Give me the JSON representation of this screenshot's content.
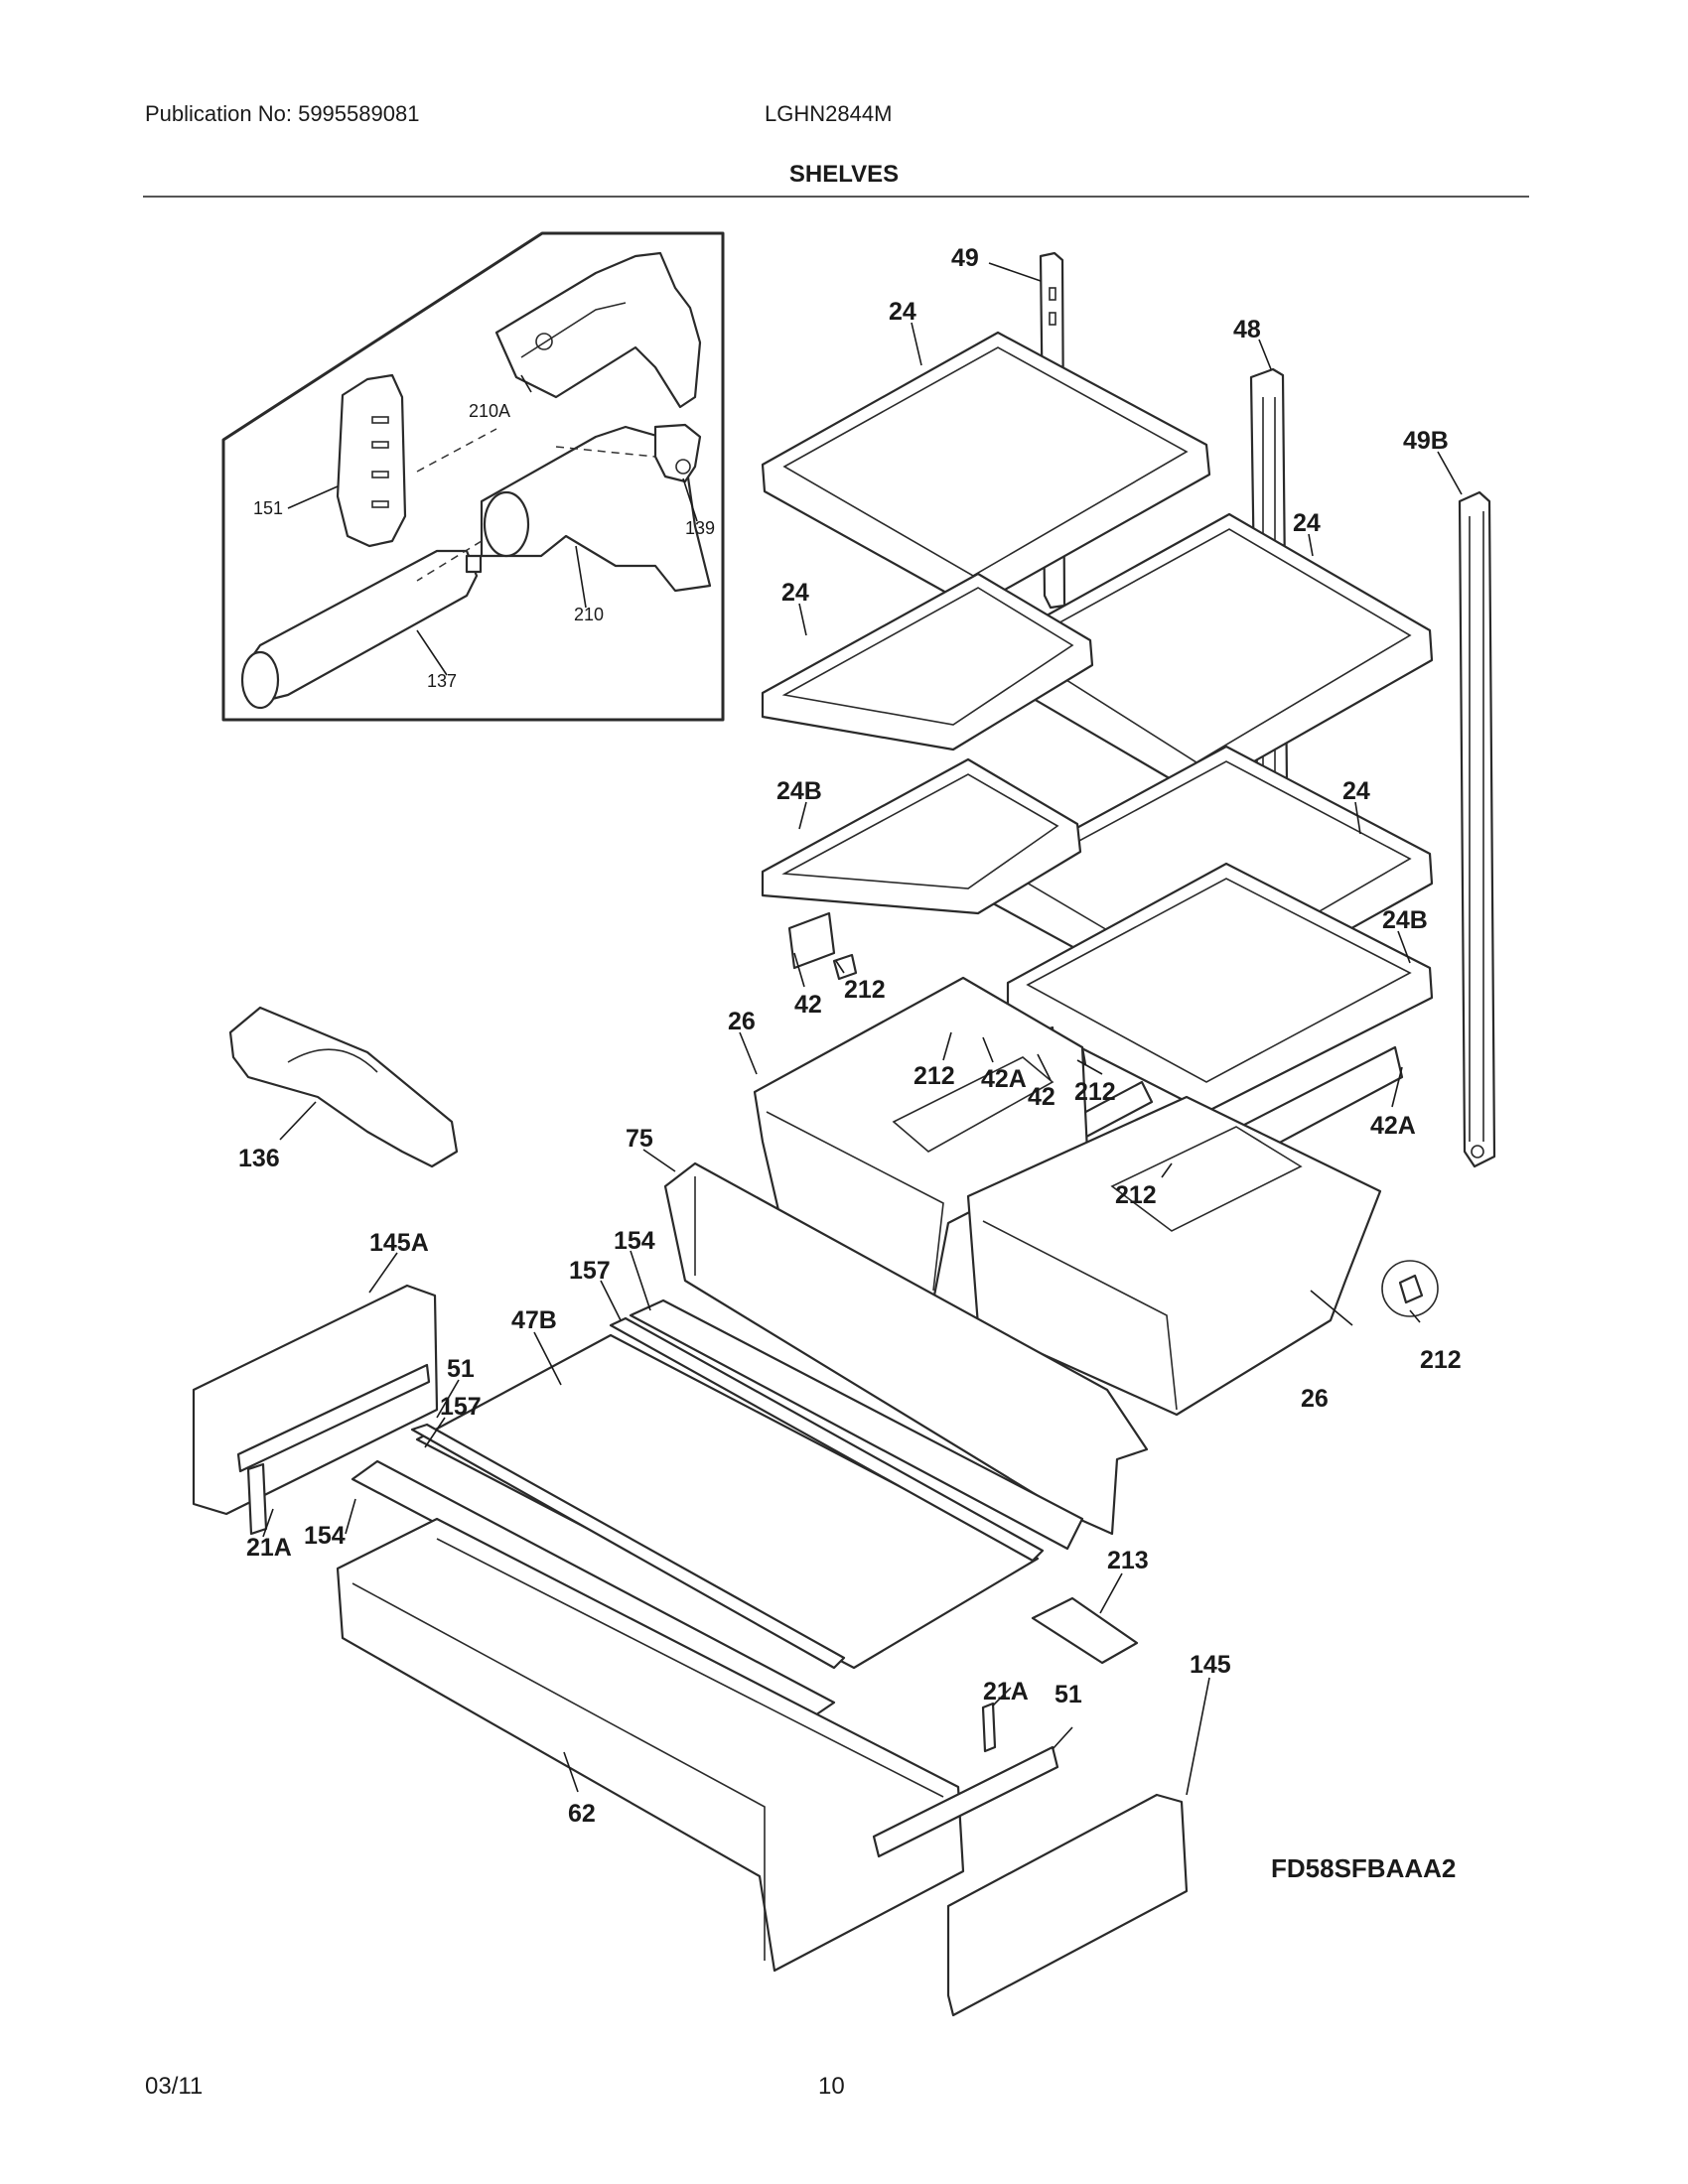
{
  "header": {
    "publication": "Publication No: 5995589081",
    "model": "LGHN2844M",
    "title": "SHELVES"
  },
  "footer": {
    "date": "03/11",
    "page": "10"
  },
  "diagram_code": "FD58SFBAAA2",
  "callouts": {
    "c49": "49",
    "c24a": "24",
    "c48": "48",
    "c49b": "49B",
    "c24b": "24",
    "c24c": "24",
    "c24d": "24",
    "c24b1": "24B",
    "c24b2": "24B",
    "c42a": "42",
    "c212a": "212",
    "c26a": "26",
    "c212b": "212",
    "c42a_1": "42A",
    "c42b": "42",
    "c212c": "212",
    "c42a_2": "42A",
    "c212d": "212",
    "c136": "136",
    "c75": "75",
    "c145a": "145A",
    "c154a": "154",
    "c157a": "157",
    "c47b": "47B",
    "c51a": "51",
    "c157b": "157",
    "c21aa": "21A",
    "c154b": "154",
    "c213": "213",
    "c212e": "212",
    "c26b": "26",
    "c145": "145",
    "c21ab": "21A",
    "c51b": "51",
    "c62": "62",
    "c210a": "210A",
    "c151": "151",
    "c139": "139",
    "c210": "210",
    "c137": "137"
  }
}
